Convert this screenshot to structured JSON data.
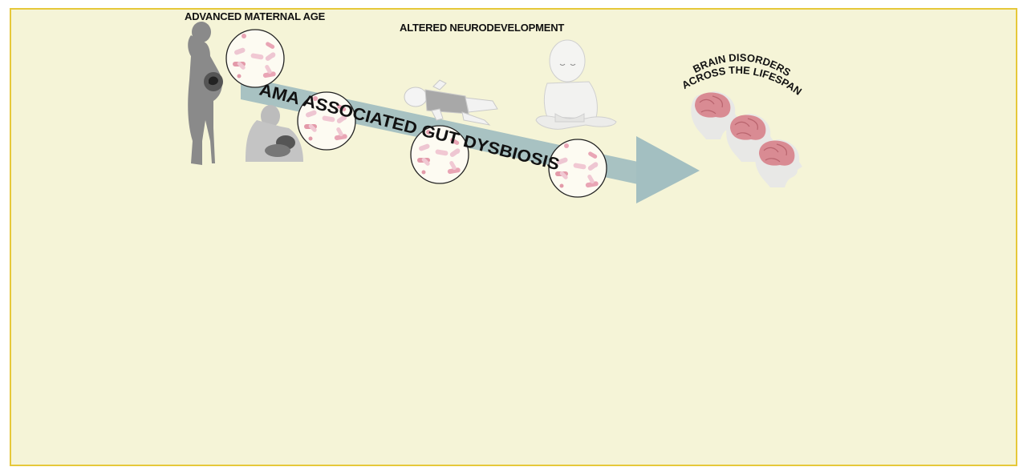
{
  "labels": {
    "advanced_maternal_age": "ADVANCED MATERNAL AGE",
    "altered_neurodevelopment": "ALTERED NEURODEVELOPMENT",
    "brain_disorders_line1": "BRAIN DISORDERS",
    "brain_disorders_line2": "ACROSS THE LIFESPAN",
    "dysbiosis_band": "AMA ASSOCIATED GUT DYSBIOSIS"
  },
  "colors": {
    "background": "#f5f4d7",
    "border": "#e6c83a",
    "arrow": "#a3bfc1",
    "silhouette": "#8a8a8a",
    "microbe": "#e9a5b5",
    "brain": "#d98b93"
  },
  "icons": [
    "pregnant-woman-icon",
    "breastfeeding-mother-icon",
    "lying-infant-icon",
    "sitting-baby-icon",
    "brain-head-icon",
    "microbe-circle-icon"
  ]
}
